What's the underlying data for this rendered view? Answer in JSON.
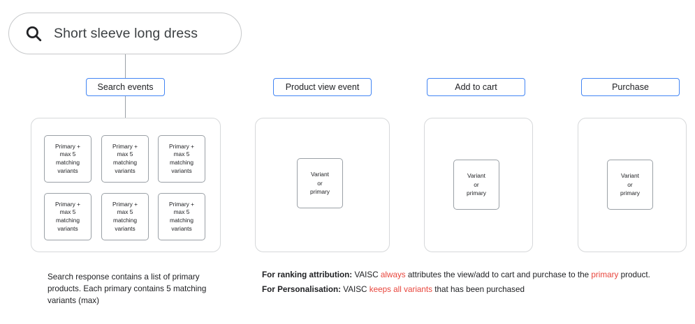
{
  "search": {
    "icon": "search-icon",
    "query": "Short sleeve long dress"
  },
  "stages": [
    {
      "id": "search-events",
      "label": "Search events"
    },
    {
      "id": "product-view-event",
      "label": "Product view event"
    },
    {
      "id": "add-to-cart",
      "label": "Add to cart"
    },
    {
      "id": "purchase",
      "label": "Purchase"
    }
  ],
  "search_panel": {
    "cards": [
      {
        "line1": "Primary +",
        "line2": "max 5",
        "line3": "matching",
        "line4": "variants"
      },
      {
        "line1": "Primary +",
        "line2": "max 5",
        "line3": "matching",
        "line4": "variants"
      },
      {
        "line1": "Primary +",
        "line2": "max 5",
        "line3": "matching",
        "line4": "variants"
      },
      {
        "line1": "Primary +",
        "line2": "max 5",
        "line3": "matching",
        "line4": "variants"
      },
      {
        "line1": "Primary +",
        "line2": "max 5",
        "line3": "matching",
        "line4": "variants"
      },
      {
        "line1": "Primary +",
        "line2": "max 5",
        "line3": "matching",
        "line4": "variants"
      }
    ]
  },
  "event_panels": [
    {
      "id": "product-view-panel",
      "card": {
        "line1": "Variant",
        "line2": "or",
        "line3": "primary"
      }
    },
    {
      "id": "add-to-cart-panel",
      "card": {
        "line1": "Variant",
        "line2": "or",
        "line3": "primary"
      }
    },
    {
      "id": "purchase-panel",
      "card": {
        "line1": "Variant",
        "line2": "or",
        "line3": "primary"
      }
    }
  ],
  "captions": {
    "left": "Search response contains a list of primary products. Each primary contains 5 matching variants (max)",
    "ranking": {
      "label": "For ranking attribution:",
      "part1": " VAISC ",
      "highlight1": "always",
      "part2": " attributes the view/add to cart and purchase to the ",
      "highlight2": "primary",
      "part3": " product."
    },
    "personalisation": {
      "label": "For Personalisation:",
      "part1": " VAISC ",
      "highlight1": "keeps all variants",
      "part2": " that has been purchased"
    }
  },
  "colors": {
    "accent_blue": "#4285f4",
    "highlight_red": "#e8453c",
    "border_grey": "#d6d8da",
    "card_border": "#9aa0a6"
  }
}
